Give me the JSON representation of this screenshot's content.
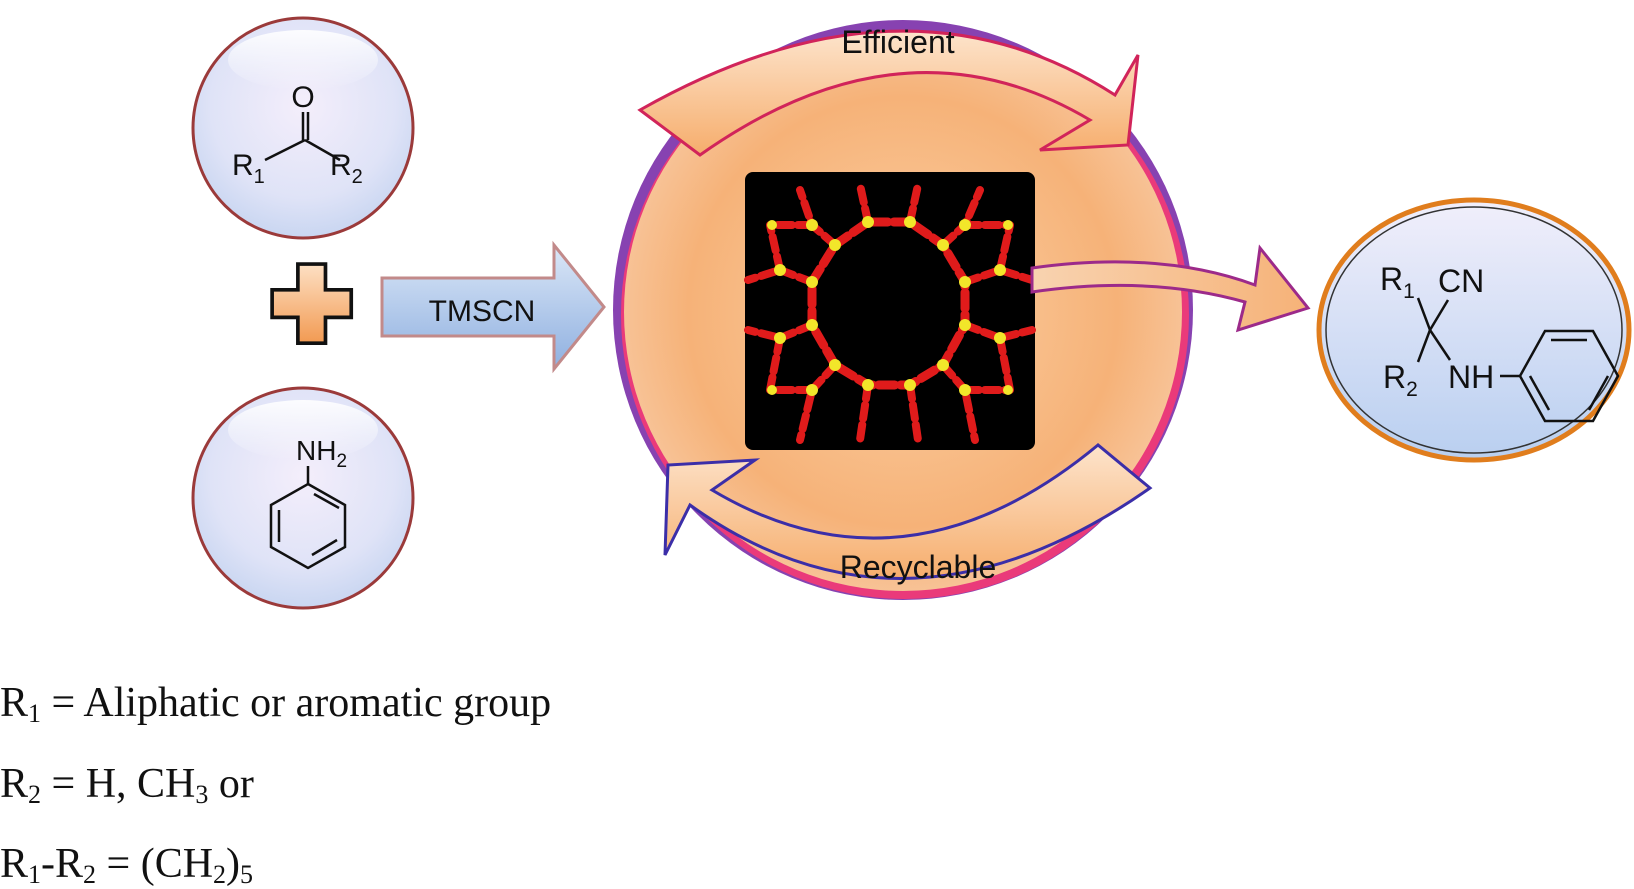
{
  "reactants": {
    "ketone": {
      "oxygen": "O",
      "r1": "R",
      "r1_sub": "1",
      "r2": "R",
      "r2_sub": "2"
    },
    "aniline": {
      "amine": "NH",
      "amine_sub": "2"
    }
  },
  "reagent_label": "TMSCN",
  "cycle": {
    "top_label": "Efficient",
    "bottom_label": "Recyclable"
  },
  "product": {
    "r1": "R",
    "r1_sub": "1",
    "cn": "CN",
    "r2": "R",
    "r2_sub": "2",
    "nh": "NH"
  },
  "legend": {
    "line1": {
      "r": "R",
      "sub": "1",
      "text": " = Aliphatic or aromatic group"
    },
    "line2": {
      "r": "R",
      "sub": "2",
      "text_a": " = H, CH",
      "sub2": "3",
      "text_b": " or"
    },
    "line3": {
      "r1": "R",
      "sub1": "1",
      "dash": "-R",
      "sub2": "2",
      "text_a": " = (CH",
      "sub3": "2",
      "text_b": ")",
      "sub4": "5"
    }
  },
  "colors": {
    "bubble_border": "#9b3a3a",
    "bubble_fill": "#e6e9f8",
    "arrow_fill": "#a9c4e8",
    "cycle_orange": "#f6b678",
    "framework_red": "#e01b1b",
    "framework_yellow": "#f2e62a",
    "product_border": "#e07d1d"
  }
}
